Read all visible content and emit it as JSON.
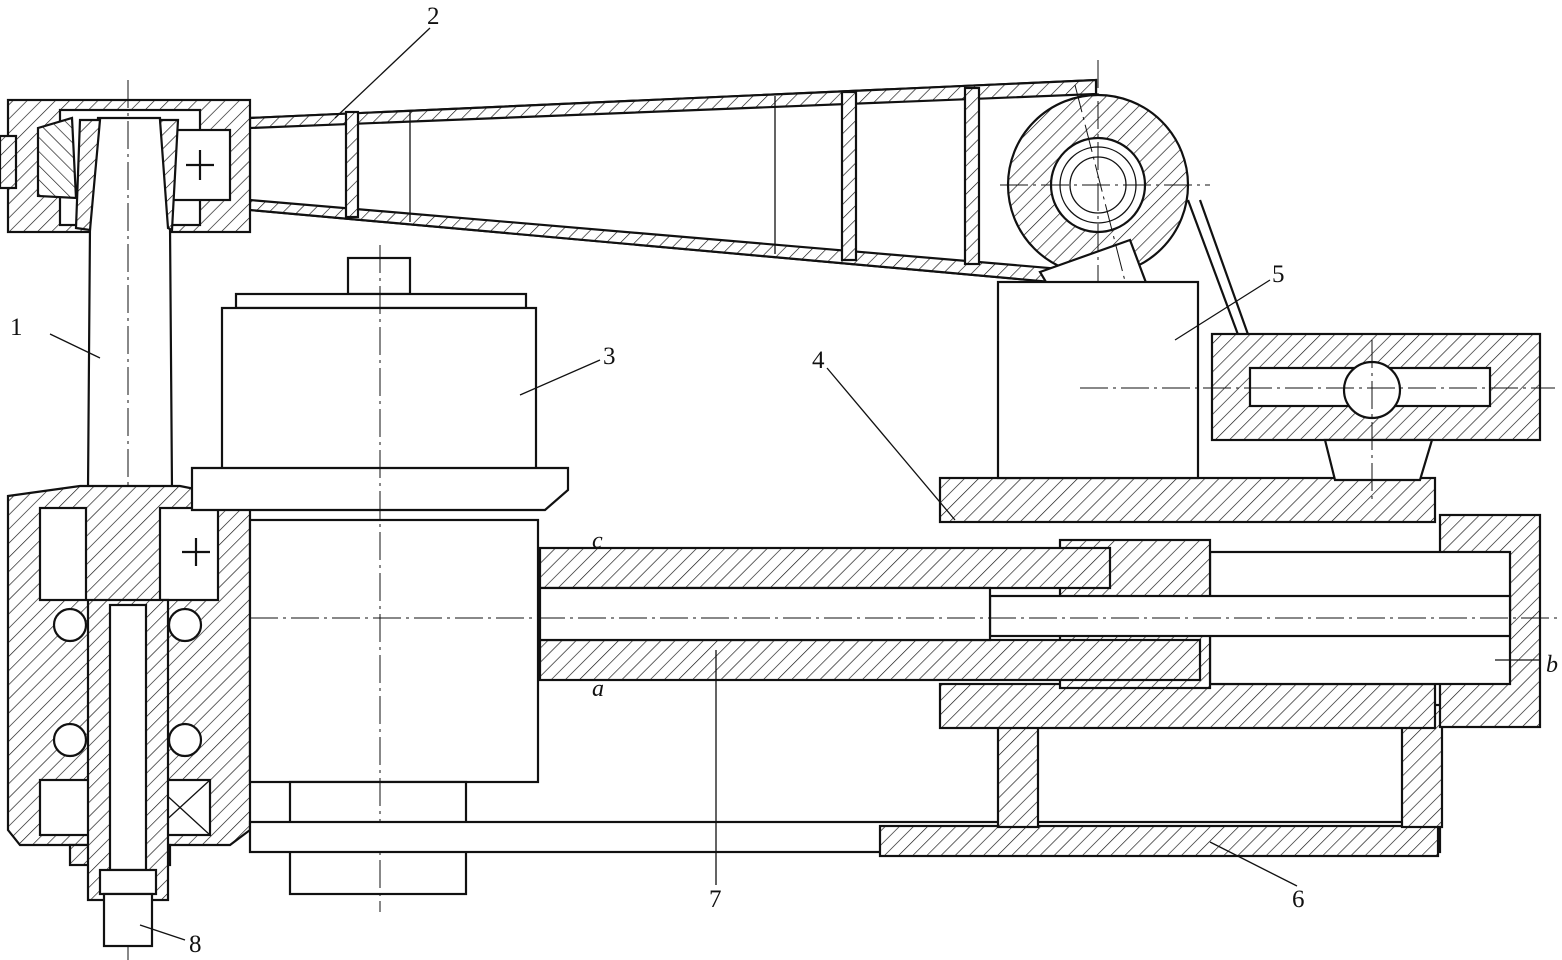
{
  "part_labels": [
    "1",
    "2",
    "3",
    "4",
    "5",
    "6",
    "7",
    "8"
  ],
  "port_labels": {
    "a": "a",
    "b": "b",
    "c": "c"
  }
}
